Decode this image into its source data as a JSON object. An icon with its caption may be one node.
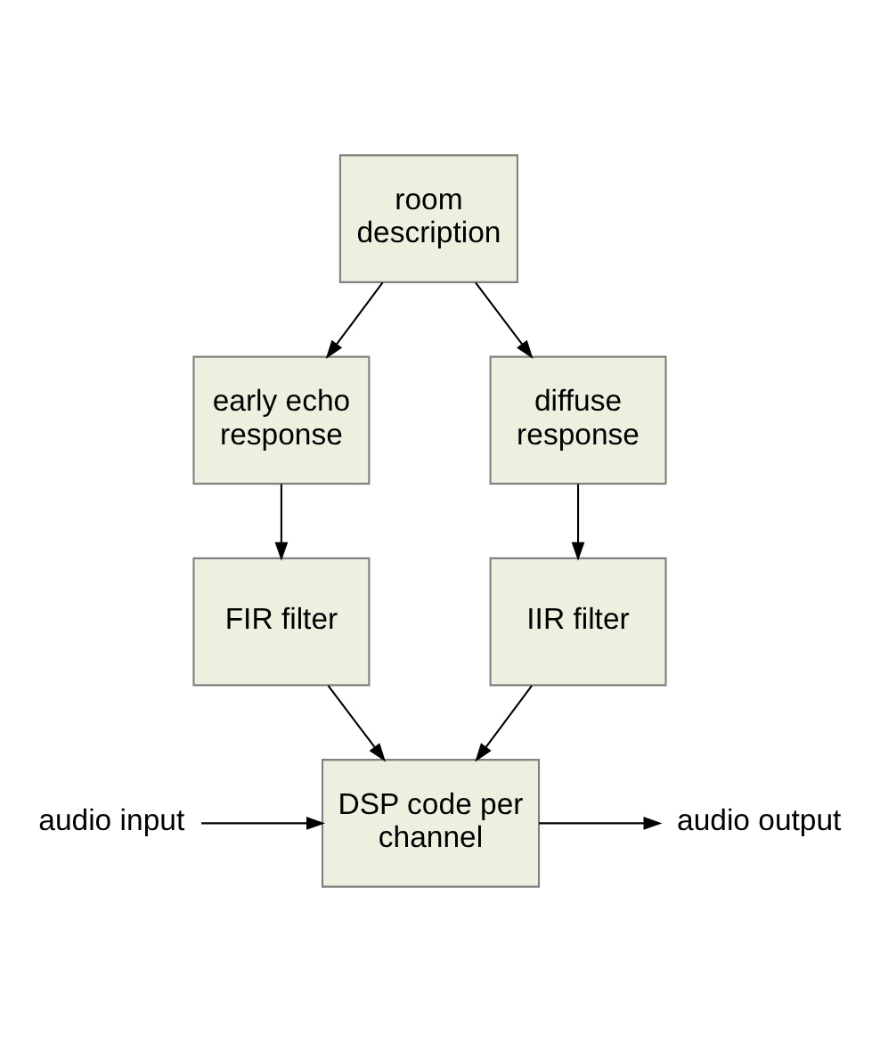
{
  "diagram": {
    "nodes": [
      {
        "text": [
          "room description"
        ]
      },
      {
        "text": [
          "early echo response"
        ]
      },
      {
        "text": [
          "diffuse response"
        ]
      },
      {
        "text": [
          "FIR filter"
        ]
      },
      {
        "text": [
          "IIR filter"
        ]
      },
      {
        "text": [
          "DSP code per channel"
        ]
      },
      {
        "text": [
          "audio input"
        ]
      },
      {
        "text": [
          "audio output"
        ]
      }
    ],
    "edges": [
      {
        "from": 0,
        "to": 1,
        "arrow": "to"
      },
      {
        "from": 0,
        "to": 2,
        "arrow": "to"
      },
      {
        "from": 1,
        "to": 3,
        "arrow": "to"
      },
      {
        "from": 2,
        "to": 4,
        "arrow": "to"
      },
      {
        "from": 3,
        "to": 5,
        "arrow": "to"
      },
      {
        "from": 4,
        "to": 5,
        "arrow": "to"
      },
      {
        "from": 6,
        "to": 5,
        "arrow": "to"
      },
      {
        "from": 5,
        "to": 7,
        "arrow": "to"
      }
    ]
  }
}
